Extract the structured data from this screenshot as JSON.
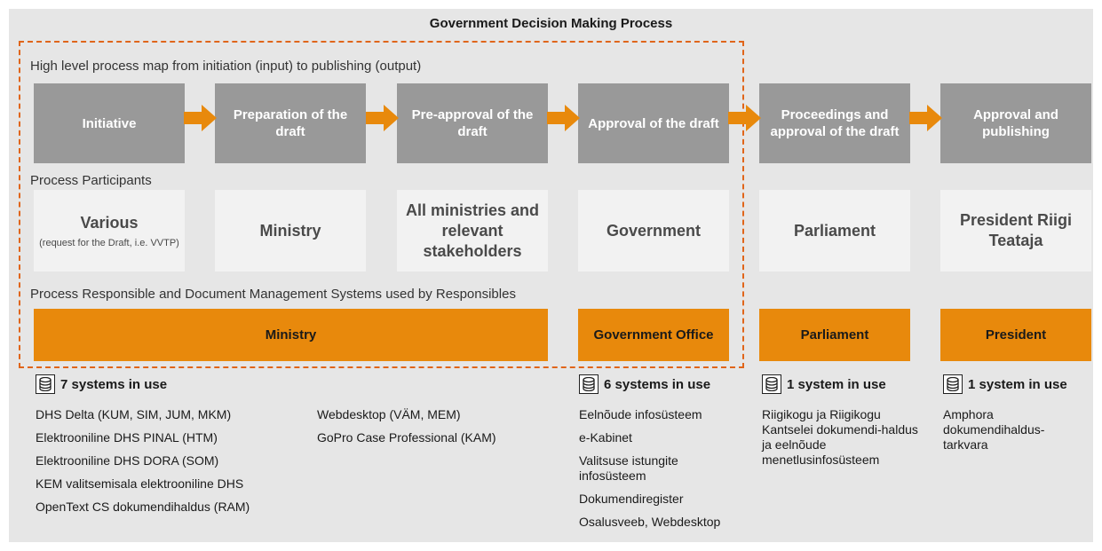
{
  "title": "Government Decision Making Process",
  "sections": {
    "process_map": "High level process map from initiation (input) to publishing (output)",
    "participants": "Process Participants",
    "responsible": "Process Responsible and Document Management Systems used by Responsibles"
  },
  "steps": [
    {
      "label": "Initiative"
    },
    {
      "label": "Preparation of the draft"
    },
    {
      "label": "Pre-approval of the draft"
    },
    {
      "label": "Approval of the draft"
    },
    {
      "label": "Proceedings and approval of the draft"
    },
    {
      "label": "Approval and publishing"
    }
  ],
  "participants": [
    {
      "label": "Various",
      "sub": "(request for the Draft, i.e. VVTP)"
    },
    {
      "label": "Ministry"
    },
    {
      "label": "All ministries and relevant stakeholders"
    },
    {
      "label": "Government"
    },
    {
      "label": "Parliament"
    },
    {
      "label": "President Riigi Teataja"
    }
  ],
  "responsibles": [
    {
      "label": "Ministry"
    },
    {
      "label": "Government Office"
    },
    {
      "label": "Parliament"
    },
    {
      "label": "President"
    }
  ],
  "systems": [
    {
      "count": "7 systems in use",
      "items_col1": [
        "DHS Delta (KUM, SIM, JUM, MKM)",
        "Elektrooniline DHS PINAL (HTM)",
        "Elektrooniline DHS DORA (SOM)",
        "KEM valitsemisala elektrooniline DHS",
        "OpenText CS dokumendihaldus (RAM)"
      ],
      "items_col2": [
        "Webdesktop (VÄM, MEM)",
        "GoPro Case Professional (KAM)"
      ]
    },
    {
      "count": "6 systems in use",
      "items": [
        "Eelnõude infosüsteem",
        "e-Kabinet",
        "Valitsuse istungite infosüsteem",
        "Dokumendiregister",
        "Osalusveeb, Webdesktop"
      ]
    },
    {
      "count": "1 system in use",
      "items": [
        "Riigikogu ja Riigikogu Kantselei dokumendi-haldus ja eelnõude menetlusinfosüsteem"
      ]
    },
    {
      "count": "1 system in use",
      "items": [
        "Amphora dokumendihaldus-tarkvara"
      ]
    }
  ],
  "colors": {
    "accent": "#e8890c",
    "step": "#999999",
    "participant": "#f2f2f2",
    "panel": "#e6e6e6",
    "dashed": "#e0651a"
  },
  "icons": {
    "arrow": "arrow-right-icon",
    "database": "database-icon"
  }
}
